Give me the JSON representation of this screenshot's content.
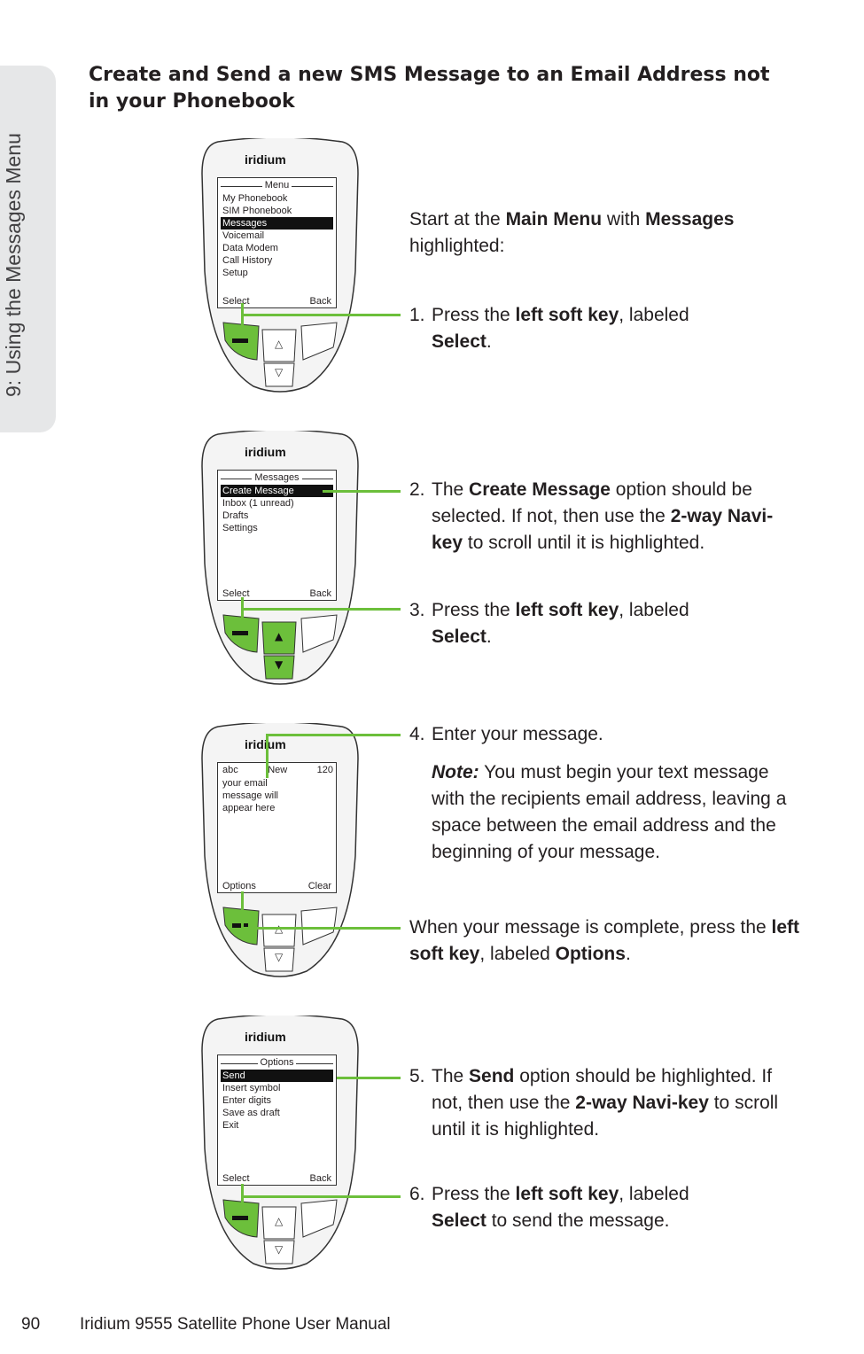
{
  "side_tab": "9: Using the Messages Menu",
  "heading": "Create and Send a new SMS Message to an Email Address not in your Phonebook",
  "logo": "iridium",
  "phone1": {
    "title": "Menu",
    "items": [
      "My Phonebook",
      "SIM Phonebook",
      "Messages",
      "Voicemail",
      "Data Modem",
      "Call History",
      "Setup"
    ],
    "selected_index": 2,
    "left": "Select",
    "right": "Back"
  },
  "phone2": {
    "title": "Messages",
    "items": [
      "Create Message",
      "Inbox (1 unread)",
      "Drafts",
      "Settings"
    ],
    "selected_index": 0,
    "left": "Select",
    "right": "Back"
  },
  "phone3": {
    "mode": "abc",
    "title": "New",
    "count": "120",
    "body_lines": [
      "your email",
      "message will",
      "appear here"
    ],
    "left": "Options",
    "right": "Clear"
  },
  "phone4": {
    "title": "Options",
    "items": [
      "Send",
      "Insert symbol",
      "Enter digits",
      "Save as draft",
      "Exit"
    ],
    "selected_index": 0,
    "left": "Select",
    "right": "Back"
  },
  "intro": {
    "p1": "Start at the ",
    "b1": "Main Menu",
    "p2": " with ",
    "b2": "Messages",
    "p3": " highlighted:"
  },
  "step1": {
    "num": "1.",
    "p1": "Press the ",
    "b1": "left soft key",
    "p2": ", labeled ",
    "b2": "Select",
    "p3": "."
  },
  "step2": {
    "num": "2.",
    "p1": "The ",
    "b1": "Create Message",
    "p2": " option should be selected. If not, then use the ",
    "b2": "2-way Navi-key",
    "p3": " to scroll until it is highlighted."
  },
  "step3": {
    "num": "3.",
    "p1": "Press the ",
    "b1": "left soft key",
    "p2": ", labeled ",
    "b2": "Select",
    "p3": "."
  },
  "step4": {
    "num": "4.",
    "text": "Enter your message."
  },
  "note": {
    "label": "Note:",
    "text": " You must begin your text message with the recipients email address, leaving a space between the email address and the beginning of your message."
  },
  "complete": {
    "p1": "When your message is complete, press the ",
    "b1": "left soft key",
    "p2": ", labeled ",
    "b2": "Options",
    "p3": "."
  },
  "step5": {
    "num": "5.",
    "p1": "The ",
    "b1": "Send",
    "p2": " option should be highlighted. If not, then use the ",
    "b2": "2-way Navi-key",
    "p3": " to scroll until it is highlighted."
  },
  "step6": {
    "num": "6.",
    "p1": "Press the ",
    "b1": "left soft key",
    "p2": ", labeled ",
    "b2": "Select",
    "p3": " to send the message."
  },
  "footer": {
    "page": "90",
    "title": "Iridium 9555 Satellite Phone User Manual"
  }
}
